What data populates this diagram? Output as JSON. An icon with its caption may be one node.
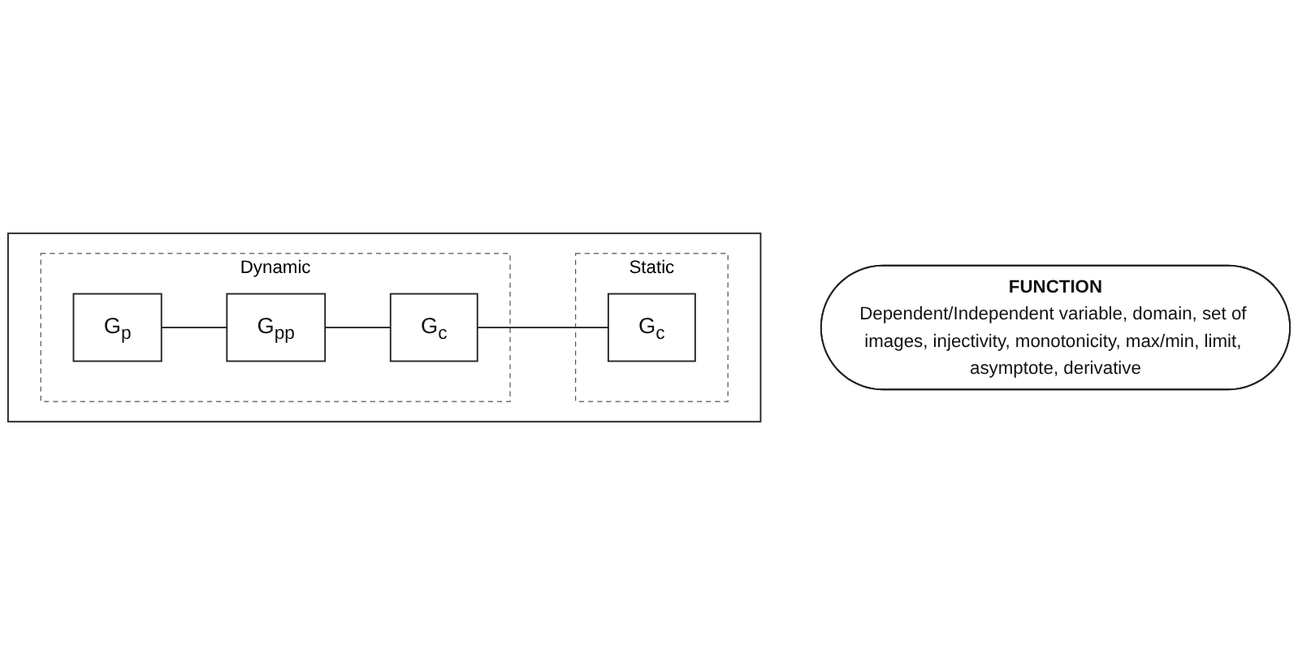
{
  "diagram": {
    "nodes": [
      {
        "text": [],
        "shape": "box"
      },
      {
        "text": [
          "Dynamic"
        ],
        "in": 0
      },
      {
        "text": [
          "Static"
        ],
        "in": 0
      },
      {
        "text": [
          "G$_{p}$"
        ],
        "in": 1
      },
      {
        "text": [
          "G$_{pp}$"
        ],
        "in": 1
      },
      {
        "text": [
          "G$_{c}$"
        ],
        "in": 1
      },
      {
        "text": [
          "G$_{c}$"
        ],
        "in": 2
      },
      {
        "text": [
          "FUNCTION",
          "Dependent/Independent variable, domain, set of images, injectivity, monotonicity, max/min, limit, asymptote, derivative"
        ]
      }
    ],
    "edges": [
      {
        "from": 3,
        "to": 4,
        "arrow": "none"
      },
      {
        "from": 4,
        "to": 5,
        "arrow": "none"
      },
      {
        "from": 5,
        "to": 6,
        "arrow": "none"
      }
    ]
  }
}
